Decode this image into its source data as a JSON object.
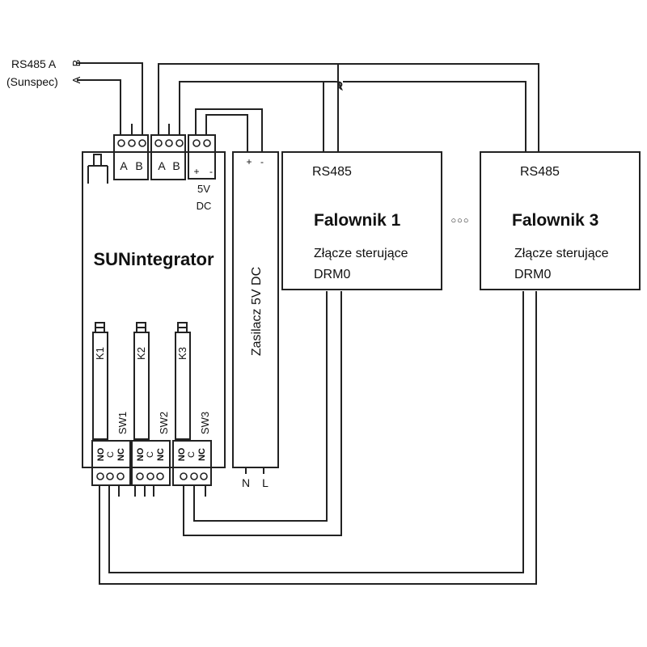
{
  "rs485_input": {
    "label_line1": "RS485 A",
    "label_line2": "(Sunspec)",
    "terminal_b": "B",
    "terminal_a": "A"
  },
  "sunintegrator": {
    "title": "SUNintegrator",
    "rs485_block1": {
      "a": "A",
      "b": "B"
    },
    "rs485_block2": {
      "a": "A",
      "b": "B"
    },
    "power_block": {
      "plus": "+",
      "minus": "-",
      "label_line1": "5V",
      "label_line2": "DC"
    },
    "relays": [
      {
        "name": "K1",
        "switch": "SW1",
        "contacts": [
          "NO",
          "C",
          "NC"
        ]
      },
      {
        "name": "K2",
        "switch": "SW2",
        "contacts": [
          "NO",
          "C",
          "NC"
        ]
      },
      {
        "name": "K3",
        "switch": "SW3",
        "contacts": [
          "NO",
          "C",
          "NC"
        ]
      }
    ]
  },
  "power_supply": {
    "label": "Zasilacz 5V DC",
    "plus": "+",
    "minus": "-",
    "n": "N",
    "l": "L"
  },
  "inverters": [
    {
      "port": "RS485",
      "title": "Falownik 1",
      "control_line1": "Złącze sterujące",
      "control_line2": "DRM0"
    },
    {
      "port": "RS485",
      "title": "Falownik 3",
      "control_line1": "Złącze sterujące",
      "control_line2": "DRM0"
    }
  ],
  "ellipsis": "○○○"
}
